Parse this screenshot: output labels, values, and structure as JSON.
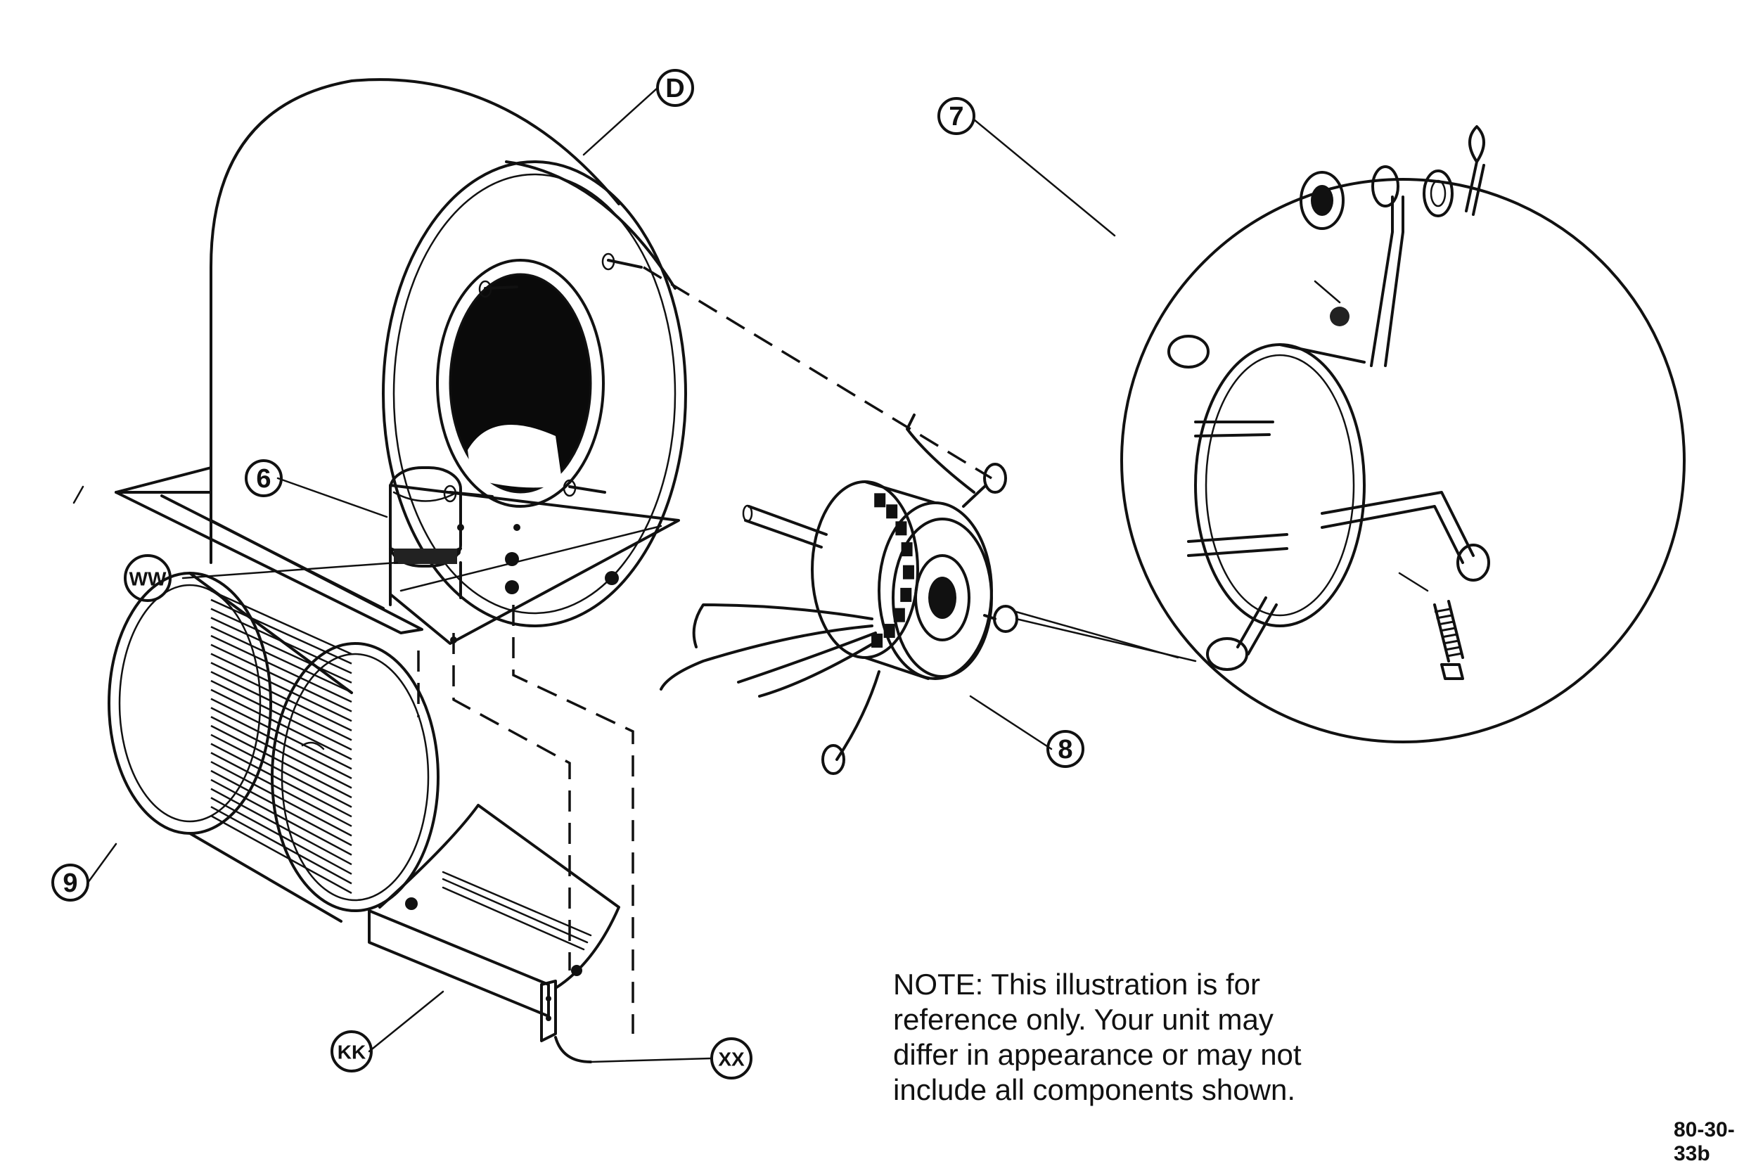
{
  "callouts": [
    {
      "id": "D",
      "label": "D"
    },
    {
      "id": "7",
      "label": "7"
    },
    {
      "id": "6",
      "label": "6"
    },
    {
      "id": "WW",
      "label": "WW"
    },
    {
      "id": "8",
      "label": "8"
    },
    {
      "id": "9",
      "label": "9"
    },
    {
      "id": "KK",
      "label": "KK"
    },
    {
      "id": "XX",
      "label": "XX"
    }
  ],
  "note": {
    "lines": [
      "NOTE:      This illustration is for",
      "reference only.    Your unit may",
      "differ in appearance or may not",
      "include all components shown."
    ]
  },
  "figure_id": "80-30-33b"
}
